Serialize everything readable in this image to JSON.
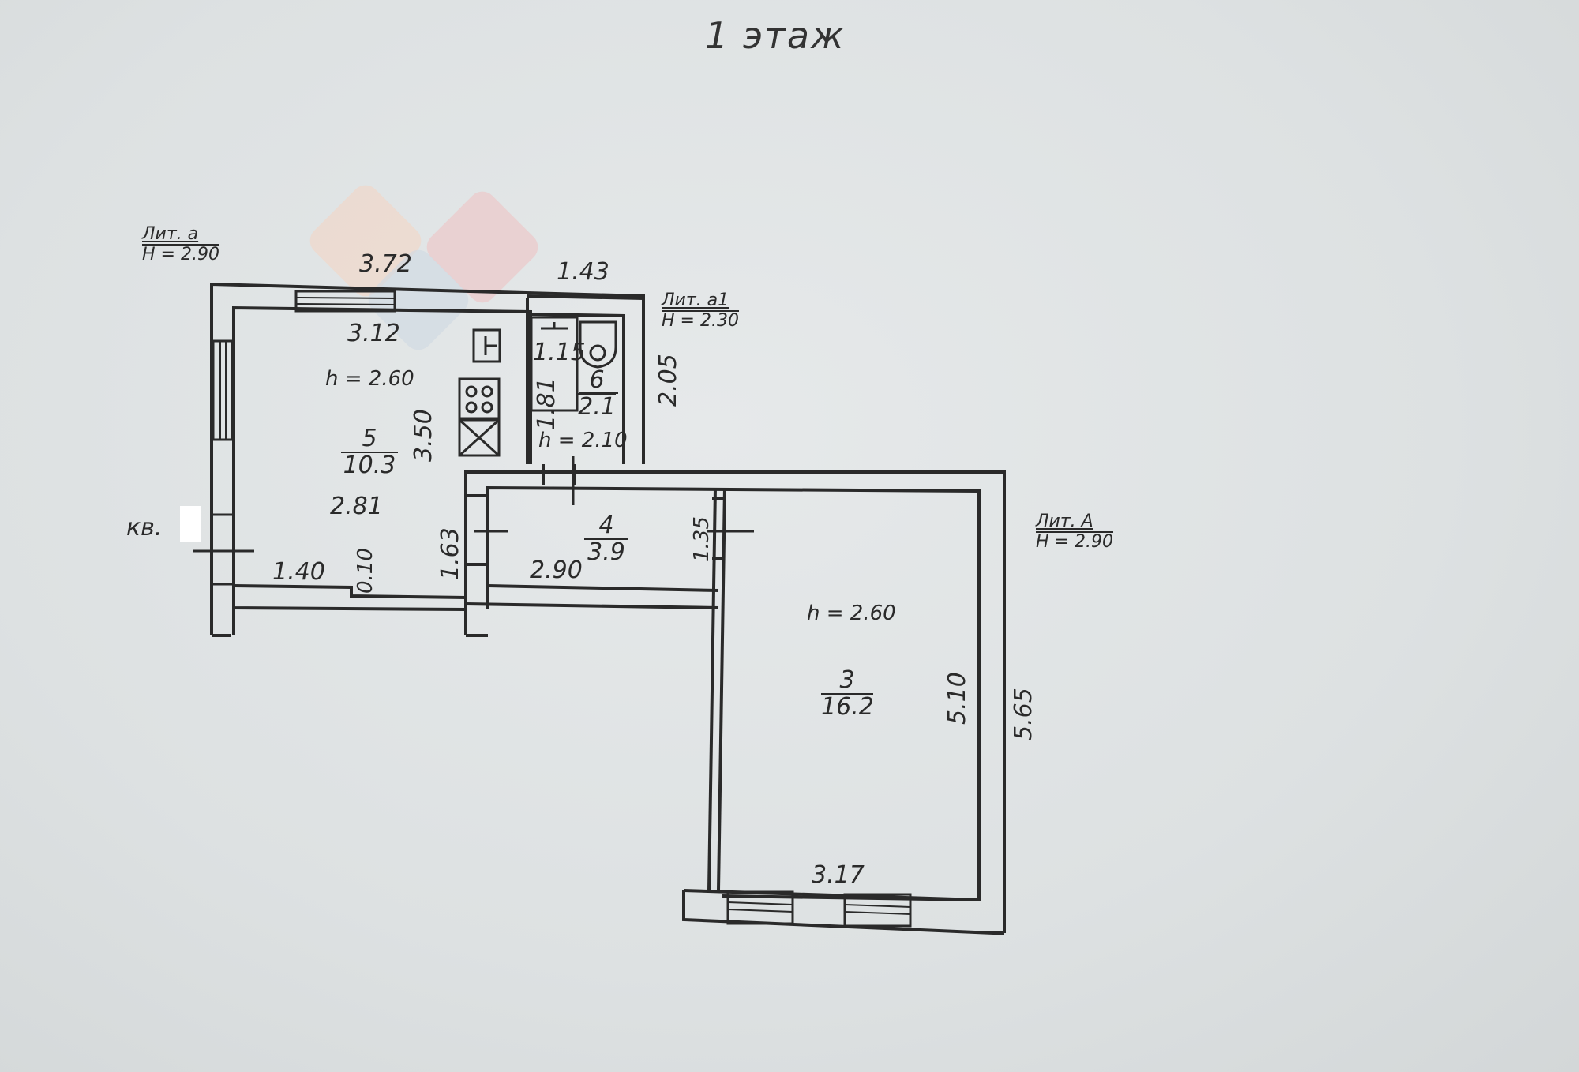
{
  "title": "1 этаж",
  "apartment_label": "кв.",
  "colors": {
    "line": "#2a2a2a",
    "paper": "#e0e3e4",
    "watermark_orange": "#f0d6c8",
    "watermark_red": "#ecc9cb",
    "watermark_blue": "#cdd8e4",
    "redaction": "#ffffff"
  },
  "building_parts": [
    {
      "id": "lit-a-lower",
      "name": "Лит. а",
      "height": "H = 2.90"
    },
    {
      "id": "lit-a1",
      "name": "Лит. а1",
      "height": "H = 2.30"
    },
    {
      "id": "lit-A",
      "name": "Лит. А",
      "height": "H = 2.90"
    }
  ],
  "rooms": [
    {
      "number": "5",
      "area": "10.3",
      "ceiling": "h = 2.60",
      "type": "kitchen"
    },
    {
      "number": "6",
      "area": "2.1",
      "ceiling": "h = 2.10",
      "type": "bathroom"
    },
    {
      "number": "4",
      "area": "3.9",
      "ceiling": "",
      "type": "hall"
    },
    {
      "number": "3",
      "area": "16.2",
      "ceiling": "h = 2.60",
      "type": "living-room"
    }
  ],
  "dimensions": {
    "outer_top_kitchen": "3.72",
    "outer_top_bath": "1.43",
    "inner_top_kitchen": "3.12",
    "kitchen_height_side": "3.50",
    "kitchen_width": "2.81",
    "kitchen_bottom_segment": "1.40",
    "kitchen_step": "0.10",
    "bath_width": "1.15",
    "bath_depth": "1.81",
    "bath_outer_side": "2.05",
    "hall_side": "1.63",
    "hall_width": "2.90",
    "hall_right": "1.35",
    "room3_inner_side": "5.10",
    "room3_outer_side": "5.65",
    "room3_bottom": "3.17"
  },
  "fixtures": [
    "sink-icon",
    "stove-icon",
    "oven-icon",
    "bathtub-icon",
    "toilet-icon"
  ]
}
